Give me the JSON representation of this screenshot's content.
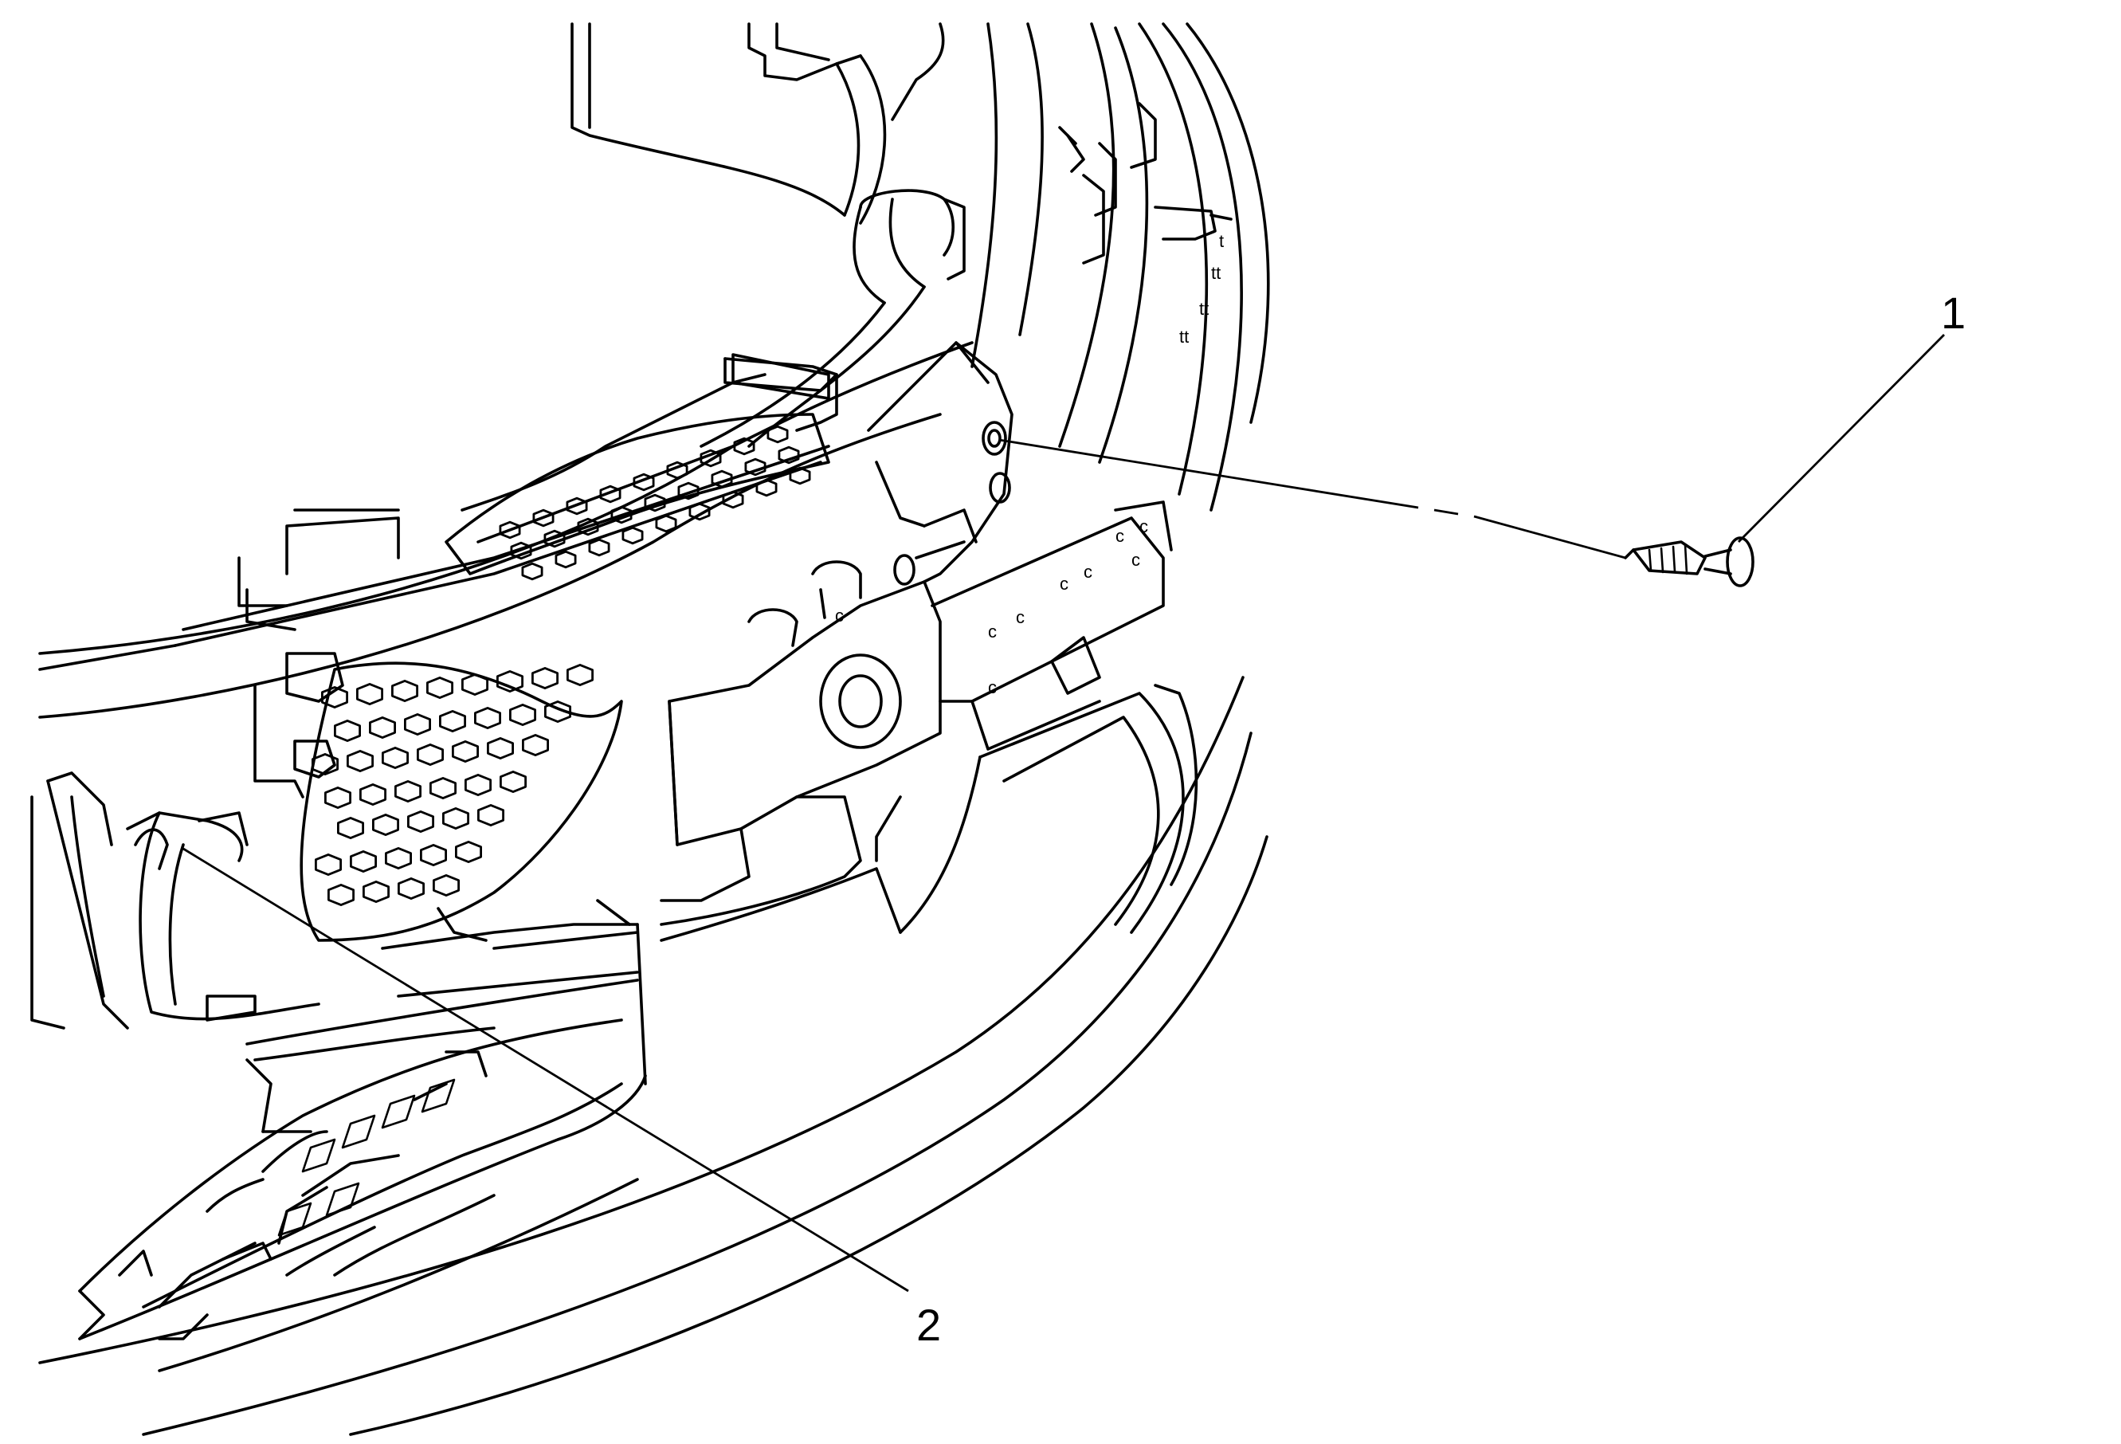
{
  "callouts": [
    {
      "label": "1",
      "item": "push-pin-fastener"
    },
    {
      "label": "2",
      "item": "front-bumper-fascia-support"
    }
  ],
  "colors": {
    "line": "#000000",
    "background": "#ffffff"
  }
}
